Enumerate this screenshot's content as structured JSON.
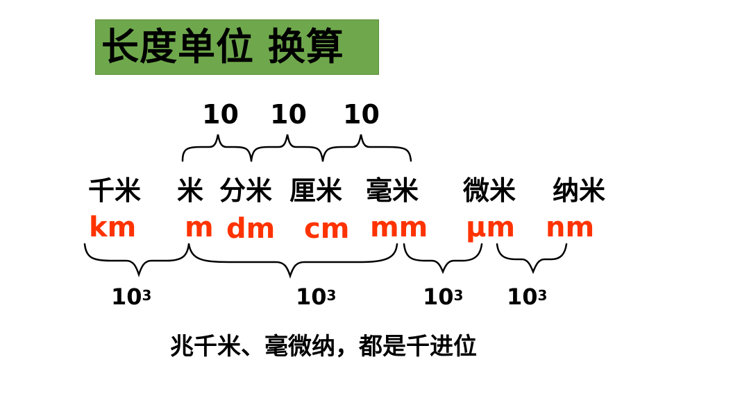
{
  "title": "长度单位 换算",
  "top_factors": [
    "10",
    "10",
    "10"
  ],
  "units_cn": {
    "km": "千米",
    "m": "米",
    "dm_cm_label": "分米",
    "cm": "厘米",
    "mm": "毫米",
    "um": "微米",
    "nm": "纳米"
  },
  "units_en": {
    "km": "km",
    "m": "m",
    "dm": "dm",
    "cm": "cm",
    "mm": "mm",
    "um": "μm",
    "nm": "nm"
  },
  "bottom_factors": [
    {
      "base": "10",
      "exp": "3"
    },
    {
      "base": "10",
      "exp": "3"
    },
    {
      "base": "10",
      "exp": "3"
    },
    {
      "base": "10",
      "exp": "3"
    }
  ],
  "note": "兆千米、毫微纳，都是千进位",
  "colors": {
    "title_bg": "#6fa84c",
    "unit_symbol": "#ff3300",
    "text": "#000000"
  }
}
